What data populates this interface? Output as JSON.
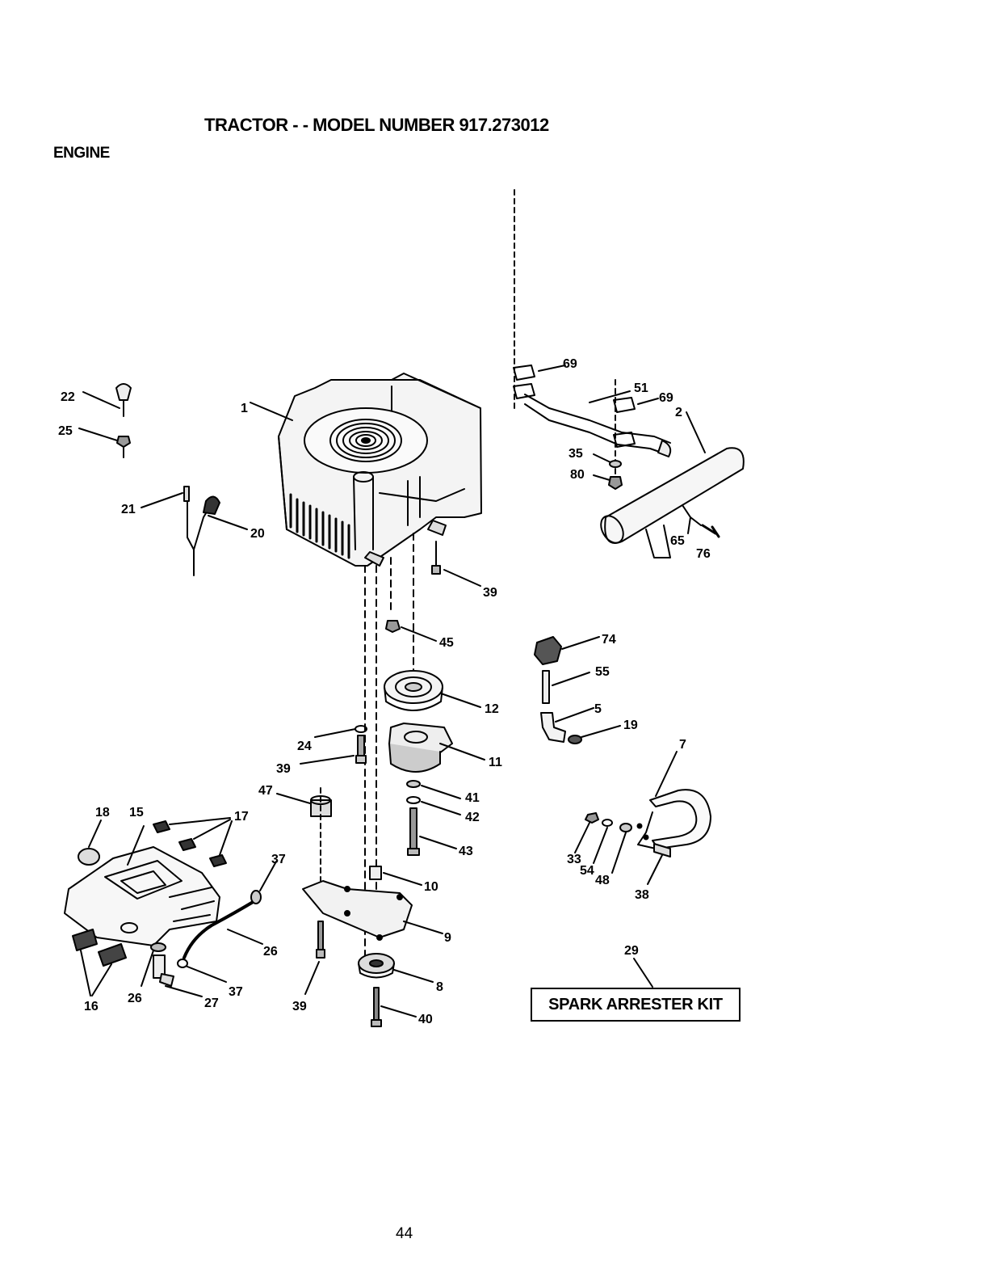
{
  "header": {
    "title": "TRACTOR - - MODEL NUMBER 917.273012",
    "section": "ENGINE"
  },
  "callouts": {
    "c1": "1",
    "c2": "2",
    "c5": "5",
    "c7": "7",
    "c8": "8",
    "c9": "9",
    "c10": "10",
    "c11": "11",
    "c12": "12",
    "c15": "15",
    "c16": "16",
    "c17": "17",
    "c18": "18",
    "c19": "19",
    "c20": "20",
    "c21": "21",
    "c22": "22",
    "c24": "24",
    "c25": "25",
    "c26a": "26",
    "c26b": "26",
    "c27": "27",
    "c29": "29",
    "c33": "33",
    "c35": "35",
    "c37a": "37",
    "c37b": "37",
    "c38": "38",
    "c39a": "39",
    "c39b": "39",
    "c39c": "39",
    "c40": "40",
    "c41": "41",
    "c42": "42",
    "c43": "43",
    "c45": "45",
    "c47": "47",
    "c48": "48",
    "c51": "51",
    "c54": "54",
    "c55": "55",
    "c65": "65",
    "c69a": "69",
    "c69b": "69",
    "c74": "74",
    "c76": "76",
    "c80": "80"
  },
  "kit": {
    "label": "SPARK ARRESTER KIT"
  },
  "footer": {
    "page_number": "44"
  }
}
